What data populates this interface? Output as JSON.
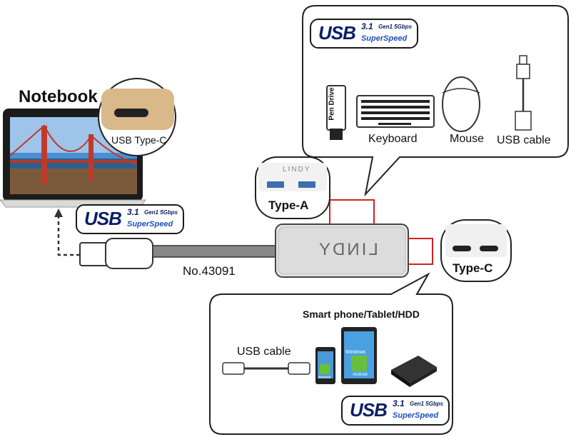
{
  "notebook": {
    "title": "Notebook",
    "port_label": "USB Type-C"
  },
  "badge": {
    "usb": "USB",
    "version": "3.1",
    "gen": "Gen1 5Gbps",
    "speed": "SuperSpeed"
  },
  "cable": {
    "model": "No.43091"
  },
  "hub": {
    "brand": "LINDY"
  },
  "type_a": {
    "label": "Type-A",
    "brand": "LINDY"
  },
  "type_c": {
    "label": "Type-C"
  },
  "devices_a": {
    "pen_drive": "Pen Drive",
    "keyboard": "Keyboard",
    "mouse": "Mouse",
    "usb_cable": "USB cable"
  },
  "devices_c": {
    "title": "Smart phone/Tablet/HDD",
    "usb_cable": "USB cable",
    "phone_caption": "Android",
    "tablet_top": "Windows",
    "tablet_caption": "Android"
  },
  "colors": {
    "connector_line": "#d42020",
    "badge_blue": "#0a1f66"
  }
}
